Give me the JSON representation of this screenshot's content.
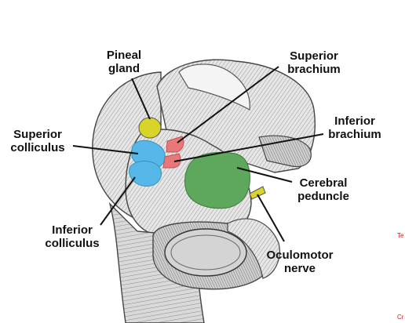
{
  "labels": {
    "pineal_gland": [
      "Pineal",
      "gland"
    ],
    "superior_brachium": [
      "Superior",
      "brachium"
    ],
    "superior_colliculus": [
      "Superior",
      "colliculus"
    ],
    "inferior_brachium": [
      "Inferior",
      "brachium"
    ],
    "cerebral_peduncle": [
      "Cerebral",
      "peduncle"
    ],
    "inferior_colliculus": [
      "Inferior",
      "colliculus"
    ],
    "oculomotor_nerve": [
      "Oculomotor",
      "nerve"
    ]
  },
  "edge_text": {
    "top": "Te",
    "bottom": "Cr"
  },
  "colors": {
    "pineal": "#d8d42a",
    "colliculi": "#55b8e8",
    "brachia": "#e87878",
    "peduncle": "#5ea85e",
    "nerve": "#d8d42a",
    "edge_text": "#d11a1a"
  }
}
